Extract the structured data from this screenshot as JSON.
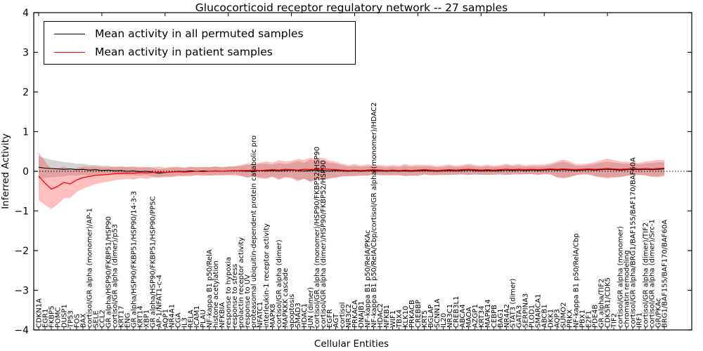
{
  "title": "Glucocorticoid receptor regulatory network -- 27 samples",
  "axes": {
    "xlabel": "Cellular Entities",
    "ylabel": "Inferred Activity",
    "yticks": [
      4,
      3,
      2,
      1,
      0,
      -1,
      -2,
      -3,
      -4
    ],
    "ylim": [
      -4,
      4
    ]
  },
  "legend": {
    "items": [
      {
        "label": "Mean activity in all permuted samples",
        "color": "#000000"
      },
      {
        "label": "Mean activity in patient samples",
        "color": "#ff0000"
      }
    ]
  },
  "chart_data": {
    "type": "line",
    "title": "Glucocorticoid receptor regulatory network -- 27 samples",
    "xlabel": "Cellular Entities",
    "ylabel": "Inferred Activity",
    "ylim": [
      -4,
      4
    ],
    "grid": false,
    "legend_position": "upper left",
    "colors": {
      "permuted_line": "#000000",
      "patient_line": "#ff0000",
      "permuted_band": "rgba(128,128,128,0.35)",
      "patient_band": "rgba(255,60,60,0.33)",
      "zero_line": "#000000"
    },
    "categories": [
      "CDKN1A",
      "EGR1",
      "FKBP5",
      "POMC",
      "DUSP1",
      "TP53",
      "FOS",
      "BAX",
      "cortisol/GR alpha (monomer)/AP-1",
      "SELE",
      "CCL2",
      "GR alpha/HSP90/FKBP51/HSP90",
      "cortisol/GR alpha (dimer)/p53",
      "KRT17",
      "ENG",
      "GR alpha/HSP90/FKBP51/HSP90/14-3-3",
      "KRT14",
      "XBP1",
      "GR alpha/HSP90/FKBP51/HSP90/PP5C",
      "AP-1/NFAT1-c-4",
      "AQP1",
      "NR4A1",
      "CGA",
      "IL3",
      "RELA",
      "ICAM1",
      "PLAU",
      "NF-kappa B1 p50/RelA",
      "histone acetylation",
      "NFKBIA",
      "response to hypoxia",
      "response to stress",
      "prolactin receptor activity",
      "response to UV",
      "proteasomal ubiquitin-dependent protein catabolic pro",
      "NFATC1",
      "interleukin-1 receptor activity",
      "MAPK8",
      "cortisol/GR alpha (dimer)",
      "MAPKKK cascade",
      "apoptosis",
      "SMAD3",
      "HDAC1",
      "JUN (dimer)",
      "cortisol/GR alpha (monomer)/HSP90/FKBP52/HSP90",
      "cortisol/GR alpha (dimer)/HSP90/FKBP52/HSP90",
      "EGFR",
      "AGT",
      "cortisol",
      "NR3C2",
      "PRKACA",
      "DNAJB1",
      "NF-kappa B1 p50/RelA/PKAc",
      "NF-kappa B1 p50/RelA/Cbp/cortisol/GR alpha (monomer)/HDAC2",
      "HDAC2",
      "NFKB1",
      "WIF1",
      "TBX4",
      "KLK10",
      "PRKACB",
      "CREBBP",
      "KRT5",
      "BGLAP",
      "SCNN1A",
      "IL20",
      "NR3C1",
      "CREB3L1",
      "ABCA4",
      "MAOA",
      "AZGP1",
      "KRT34",
      "MAPK14",
      "CEBPB",
      "BAG1",
      "NR4A2",
      "STAT3 (dimer)",
      "GATA3",
      "SERPINA3",
      "PLOD1",
      "SMARCA1",
      "ABCB1",
      "DKK1",
      "AQP3",
      "SUMO2",
      "PRKX",
      "NF-kappa B1 p50/RelA/Cbp",
      "PBX1",
      "E2F1",
      "PDE4B",
      "GR alpha/TIF2",
      "CDK5R1/CDK5",
      "TIF2",
      "cortisol/GR alpha (monomer)",
      "chromatin remodeling",
      "cortisol/GR alpha/BRG1/BAF155/BAF170/BAF60A",
      "IRF1",
      "cortisol/GR alpha (dimer)/TIF2",
      "cortisol/GR alpha (dimer)/Src-1",
      "GR/PKAc",
      "BRG1/BAF155/BAF170/BAF60A"
    ],
    "series": [
      {
        "name": "Mean activity in all permuted samples",
        "values": [
          0.1,
          0.08,
          0.07,
          0.06,
          0.05,
          0.06,
          0.04,
          0.05,
          0.03,
          0.04,
          0.02,
          0.03,
          0.01,
          0.02,
          0,
          0.01,
          -0.01,
          0,
          -0.02,
          -0.05,
          -0.03,
          -0.02,
          0,
          -0.01,
          0.01,
          0,
          0.01,
          0,
          0.01,
          0,
          0.01,
          0.02,
          0.01,
          0,
          0.01,
          0.02,
          0.01,
          0.02,
          0.01,
          0.02,
          0.03,
          0.02,
          0.01,
          0.02,
          0.03,
          0.02,
          0.01,
          0.02,
          0.01,
          0,
          0.01,
          0,
          0.01,
          0.02,
          0.01,
          0,
          0.01,
          0,
          0.01,
          0,
          0.01,
          0.02,
          0.01,
          0,
          0.01,
          0.02,
          0.01,
          0.02,
          0.03,
          0.02,
          0.01,
          0.02,
          0.01,
          0.02,
          0.03,
          0.02,
          0.03,
          0.02,
          0.03,
          0.02,
          0.03,
          0.04,
          0.03,
          0.04,
          0.03,
          0.02,
          0.03,
          0.04,
          0.03,
          0.04,
          0.05,
          0.04,
          0.03,
          0.04,
          0.05,
          0.04,
          0.05,
          0.04,
          0.05,
          0.06
        ],
        "band_halfwidth": [
          0.28,
          0.25,
          0.22,
          0.2,
          0.18,
          0.16,
          0.15,
          0.14,
          0.13,
          0.12,
          0.12,
          0.11,
          0.1,
          0.11,
          0.1,
          0.11,
          0.1,
          0.1,
          0.11,
          0.1,
          0.1,
          0.11,
          0.1,
          0.1,
          0.11,
          0.1,
          0.1,
          0.11,
          0.1,
          0.1,
          0.11,
          0.1,
          0.12,
          0.16,
          0.14,
          0.17,
          0.18,
          0.15,
          0.2,
          0.16,
          0.18,
          0.24,
          0.2,
          0.28,
          0.24,
          0.25,
          0.2,
          0.18,
          0.14,
          0.12,
          0.13,
          0.11,
          0.12,
          0.1,
          0.11,
          0.1,
          0.11,
          0.1,
          0.13,
          0.11,
          0.12,
          0.1,
          0.11,
          0.1,
          0.1,
          0.11,
          0.1,
          0.1,
          0.12,
          0.1,
          0.1,
          0.11,
          0.1,
          0.1,
          0.12,
          0.1,
          0.11,
          0.1,
          0.1,
          0.11,
          0.1,
          0.12,
          0.18,
          0.2,
          0.17,
          0.12,
          0.11,
          0.12,
          0.15,
          0.18,
          0.2,
          0.18,
          0.17,
          0.15,
          0.14,
          0.13,
          0.15,
          0.17,
          0.18,
          0.16
        ]
      },
      {
        "name": "Mean activity in patient samples",
        "values": [
          -0.12,
          -0.3,
          -0.45,
          -0.38,
          -0.28,
          -0.32,
          -0.22,
          -0.16,
          -0.13,
          -0.1,
          -0.09,
          -0.08,
          -0.06,
          -0.05,
          -0.04,
          -0.05,
          -0.03,
          -0.04,
          -0.03,
          -0.02,
          -0.03,
          -0.02,
          -0.01,
          -0.02,
          -0.01,
          0,
          -0.01,
          0,
          0.01,
          0,
          0.01,
          0.01,
          0.02,
          0.02,
          0.03,
          0.02,
          0.03,
          0.04,
          0.03,
          0.05,
          0.04,
          0.03,
          0.05,
          0.04,
          0.05,
          0.06,
          0.05,
          0.04,
          0.03,
          0.02,
          0.03,
          0.02,
          0.03,
          0.04,
          0.03,
          0.02,
          0.03,
          0.02,
          0.03,
          0.02,
          0.03,
          0.04,
          0.03,
          0.02,
          0.03,
          0.04,
          0.03,
          0.04,
          0.05,
          0.04,
          0.03,
          0.04,
          0.03,
          0.04,
          0.05,
          0.04,
          0.05,
          0.04,
          0.05,
          0.04,
          0.05,
          0.06,
          0.05,
          0.06,
          0.05,
          0.04,
          0.05,
          0.06,
          0.05,
          0.06,
          0.07,
          0.06,
          0.05,
          0.06,
          0.07,
          0.06,
          0.07,
          0.06,
          0.07,
          0.08
        ],
        "band_halfwidth": [
          0.6,
          0.55,
          0.5,
          0.45,
          0.4,
          0.35,
          0.3,
          0.28,
          0.25,
          0.22,
          0.2,
          0.18,
          0.17,
          0.16,
          0.15,
          0.16,
          0.14,
          0.15,
          0.13,
          0.14,
          0.12,
          0.13,
          0.12,
          0.11,
          0.12,
          0.1,
          0.11,
          0.1,
          0.12,
          0.1,
          0.11,
          0.12,
          0.14,
          0.18,
          0.16,
          0.2,
          0.22,
          0.18,
          0.25,
          0.2,
          0.22,
          0.28,
          0.24,
          0.3,
          0.26,
          0.28,
          0.22,
          0.2,
          0.16,
          0.14,
          0.15,
          0.13,
          0.14,
          0.12,
          0.13,
          0.12,
          0.13,
          0.12,
          0.15,
          0.13,
          0.14,
          0.12,
          0.13,
          0.11,
          0.12,
          0.13,
          0.11,
          0.12,
          0.14,
          0.12,
          0.11,
          0.13,
          0.11,
          0.12,
          0.14,
          0.12,
          0.13,
          0.11,
          0.12,
          0.13,
          0.12,
          0.14,
          0.2,
          0.24,
          0.2,
          0.14,
          0.13,
          0.14,
          0.18,
          0.22,
          0.25,
          0.22,
          0.2,
          0.18,
          0.16,
          0.15,
          0.18,
          0.2,
          0.22,
          0.2
        ]
      }
    ]
  }
}
